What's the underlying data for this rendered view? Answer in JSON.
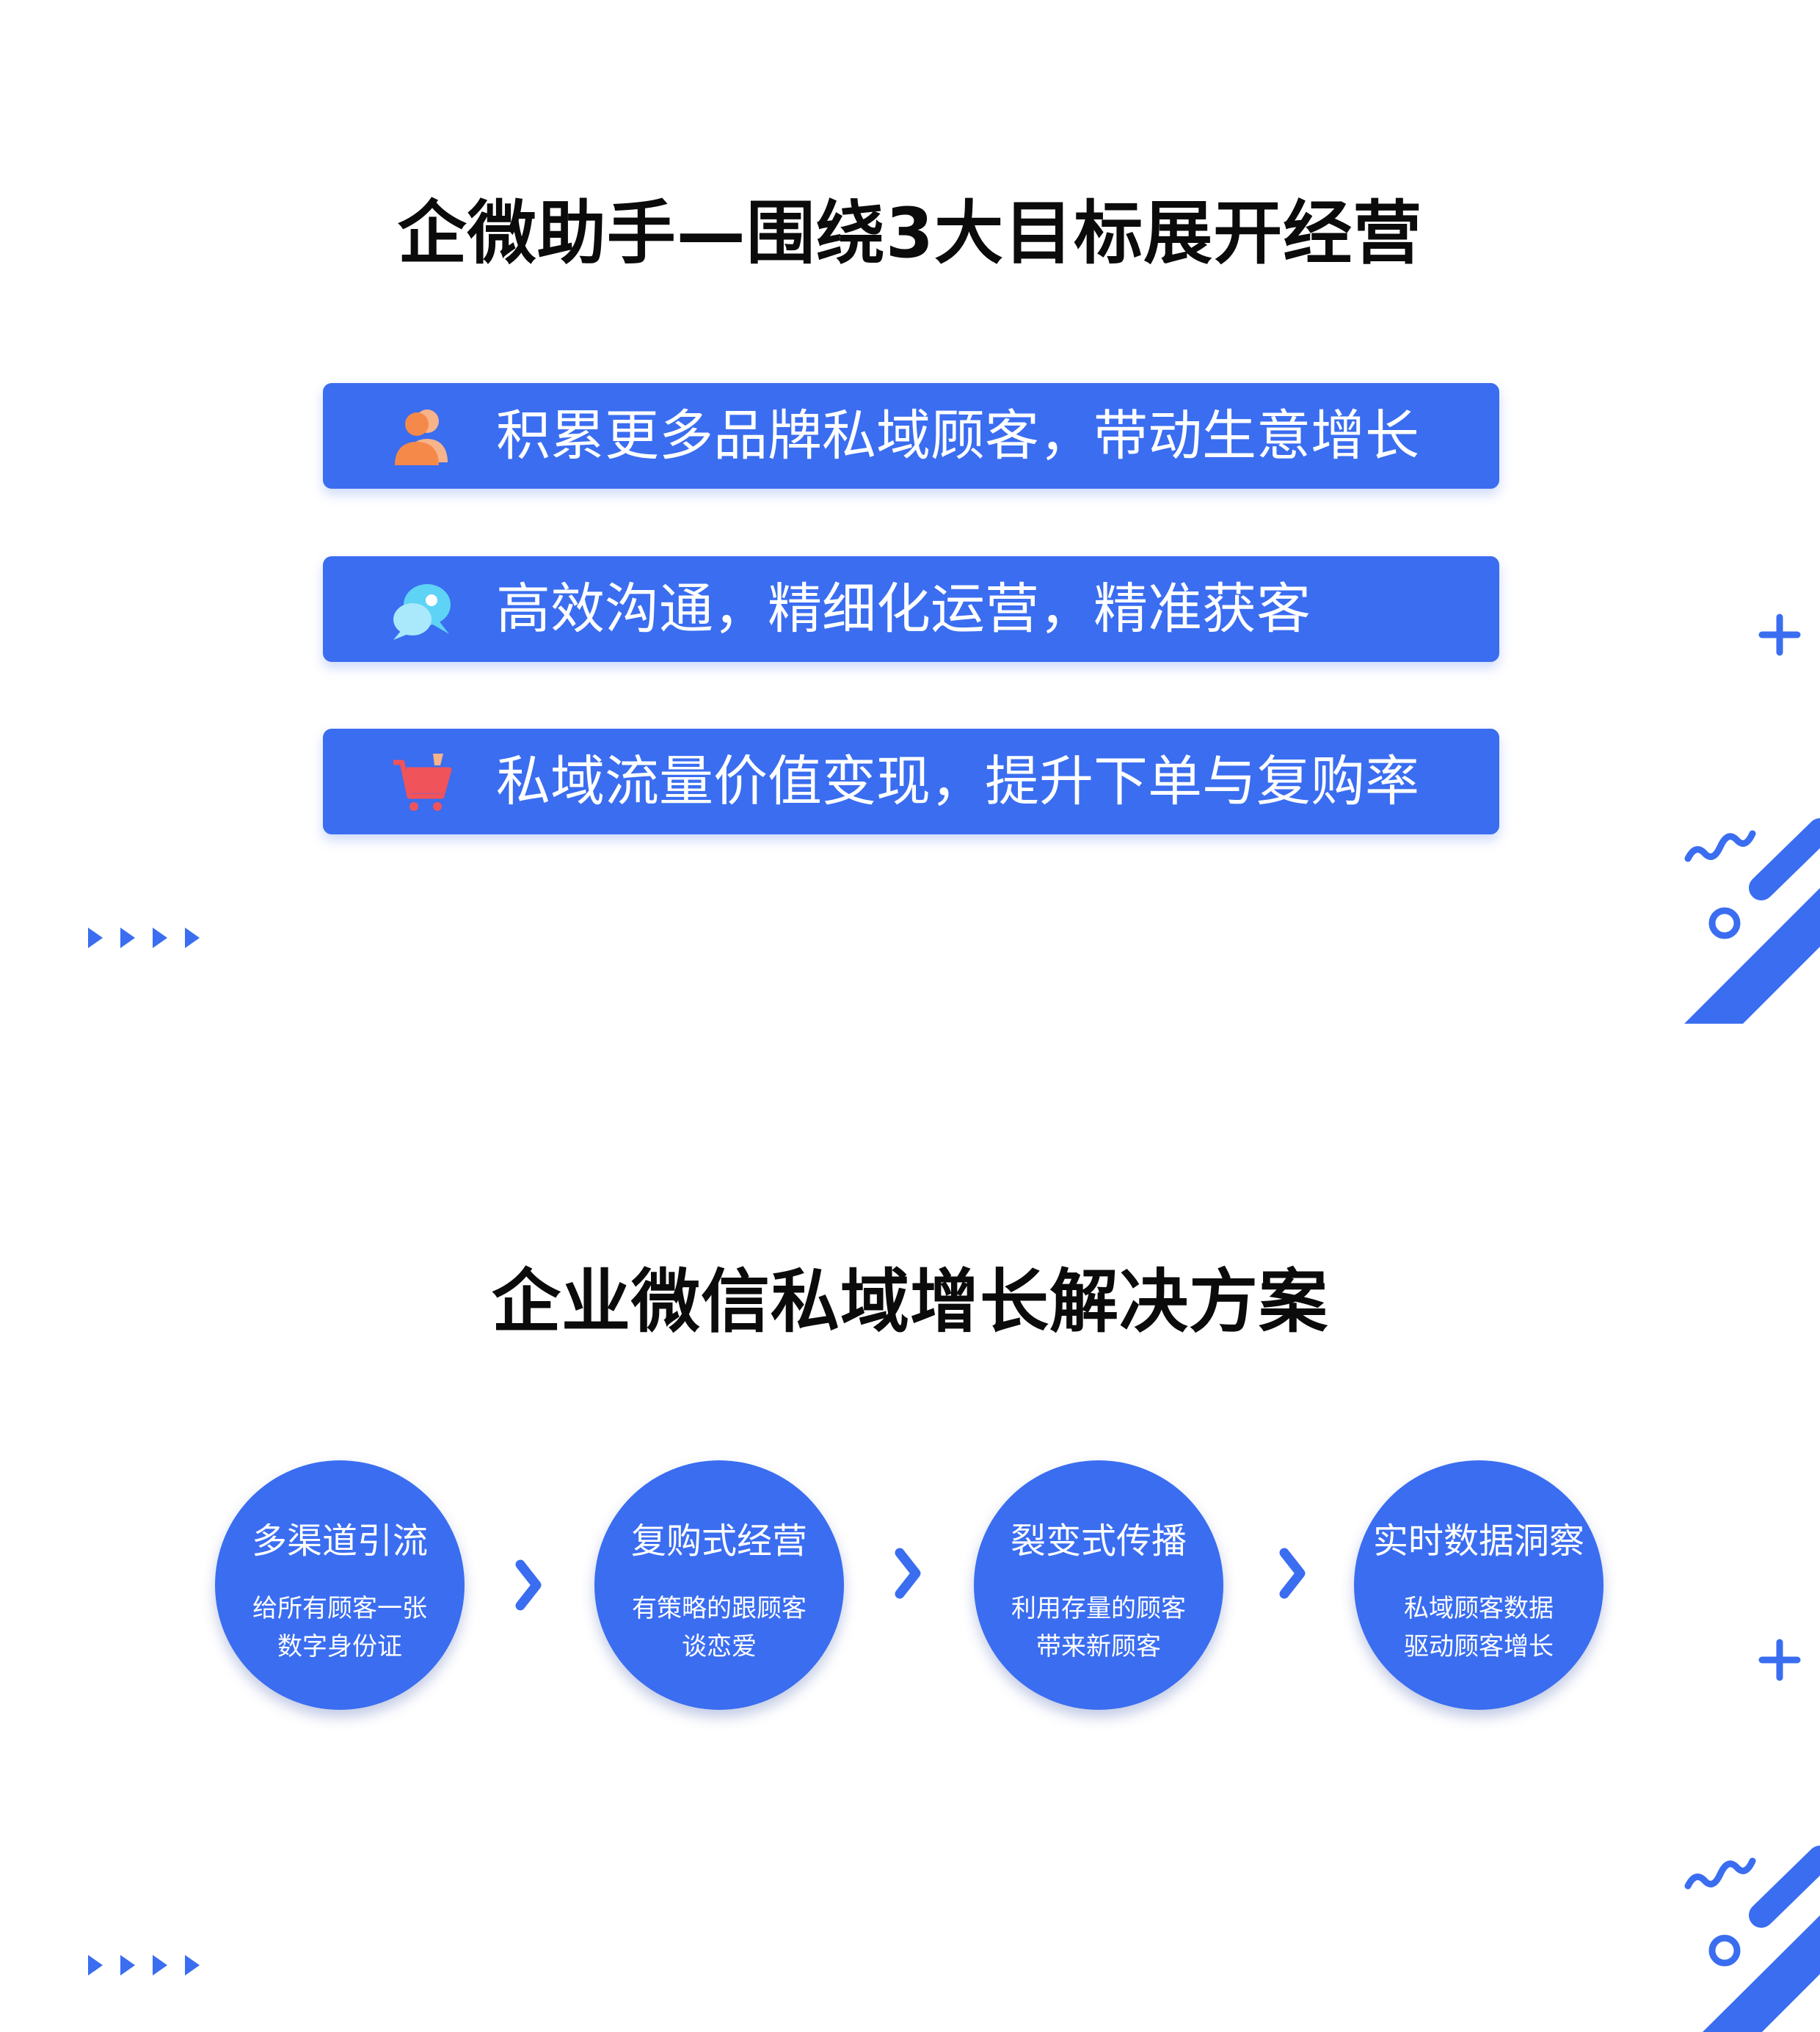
{
  "section1": {
    "title": "企微助手—围绕3大目标展开经营",
    "goals": [
      {
        "icon": "users-icon",
        "text": "积累更多品牌私域顾客，带动生意增长",
        "icon_color": "#f5894a"
      },
      {
        "icon": "chat-bubbles-icon",
        "text": "高效沟通，精细化运营，精准获客",
        "icon_color": "#5fd3f5"
      },
      {
        "icon": "shopping-cart-icon",
        "text": "私域流量价值变现，提升下单与复购率",
        "icon_color": "#f0535a"
      }
    ]
  },
  "section2": {
    "title": "企业微信私域增长解决方案",
    "steps": [
      {
        "title": "多渠道引流",
        "desc_line1": "给所有顾客一张",
        "desc_line2": "数字身份证"
      },
      {
        "title": "复购式经营",
        "desc_line1": "有策略的跟顾客",
        "desc_line2": "谈恋爱"
      },
      {
        "title": "裂变式传播",
        "desc_line1": "利用存量的顾客",
        "desc_line2": "带来新顾客"
      },
      {
        "title": "实时数据洞察",
        "desc_line1": "私域顾客数据",
        "desc_line2": "驱动顾客增长"
      }
    ]
  },
  "colors": {
    "accent": "#3a6df0",
    "title_text": "#0b0b0b",
    "button_text": "#ffffff"
  }
}
